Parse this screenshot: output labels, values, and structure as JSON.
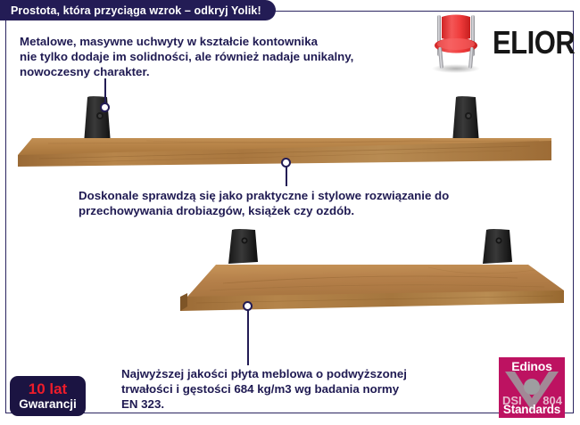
{
  "header": {
    "title": "Prostota, która przyciąga wzrok – odkryj Yolik!",
    "bar_color": "#231c55",
    "text_color": "#ffffff"
  },
  "brand": {
    "name": "ELIOR",
    "icon": "red-chair-icon",
    "chair_color": "#ef3b3b",
    "word_color": "#161616"
  },
  "features": [
    {
      "id": "feature-brackets",
      "text": "Metalowe, masywne uchwyty w kształcie kontownika\nnie tylko dodaje im solidności, ale również nadaje unikalny,\nnowoczesny charakter."
    },
    {
      "id": "feature-usage",
      "text": "Doskonale sprawdzą się jako praktyczne i stylowe rozwiązanie do\nprzechowywania drobiazgów, książek czy ozdób."
    },
    {
      "id": "feature-material",
      "text": "Najwyższej jakości płyta meblowa o podwyższonej\ntrwałości i gęstości 684 kg/m3 wg badania normy\nEN 323."
    }
  ],
  "text_color": "#1f1a52",
  "products": [
    {
      "id": "shelf-top",
      "name": "wall-shelf-with-brackets",
      "wood_color": "#a8713a",
      "bracket_color": "#2b2b2b"
    },
    {
      "id": "shelf-bottom",
      "name": "wall-shelf-angled-view",
      "wood_color": "#ab7038",
      "bracket_color": "#2b2b2b"
    }
  ],
  "callouts": [
    {
      "id": "callout-bracket",
      "target": "metal bracket"
    },
    {
      "id": "callout-shelf-edge",
      "target": "shelf edge"
    },
    {
      "id": "callout-board",
      "target": "furniture board"
    }
  ],
  "warranty": {
    "years_label": "10 lat",
    "word_label": "Gwarancji",
    "bg_color": "#1b1442",
    "years_color": "#ee1c2a",
    "word_color": "#ffffff"
  },
  "certificate": {
    "brand": "Edinos",
    "code_prefix": "DSI",
    "code_number": "804",
    "standards_label": "Standards",
    "bg_color": "#bd1261",
    "text_color": "#ffffff"
  }
}
